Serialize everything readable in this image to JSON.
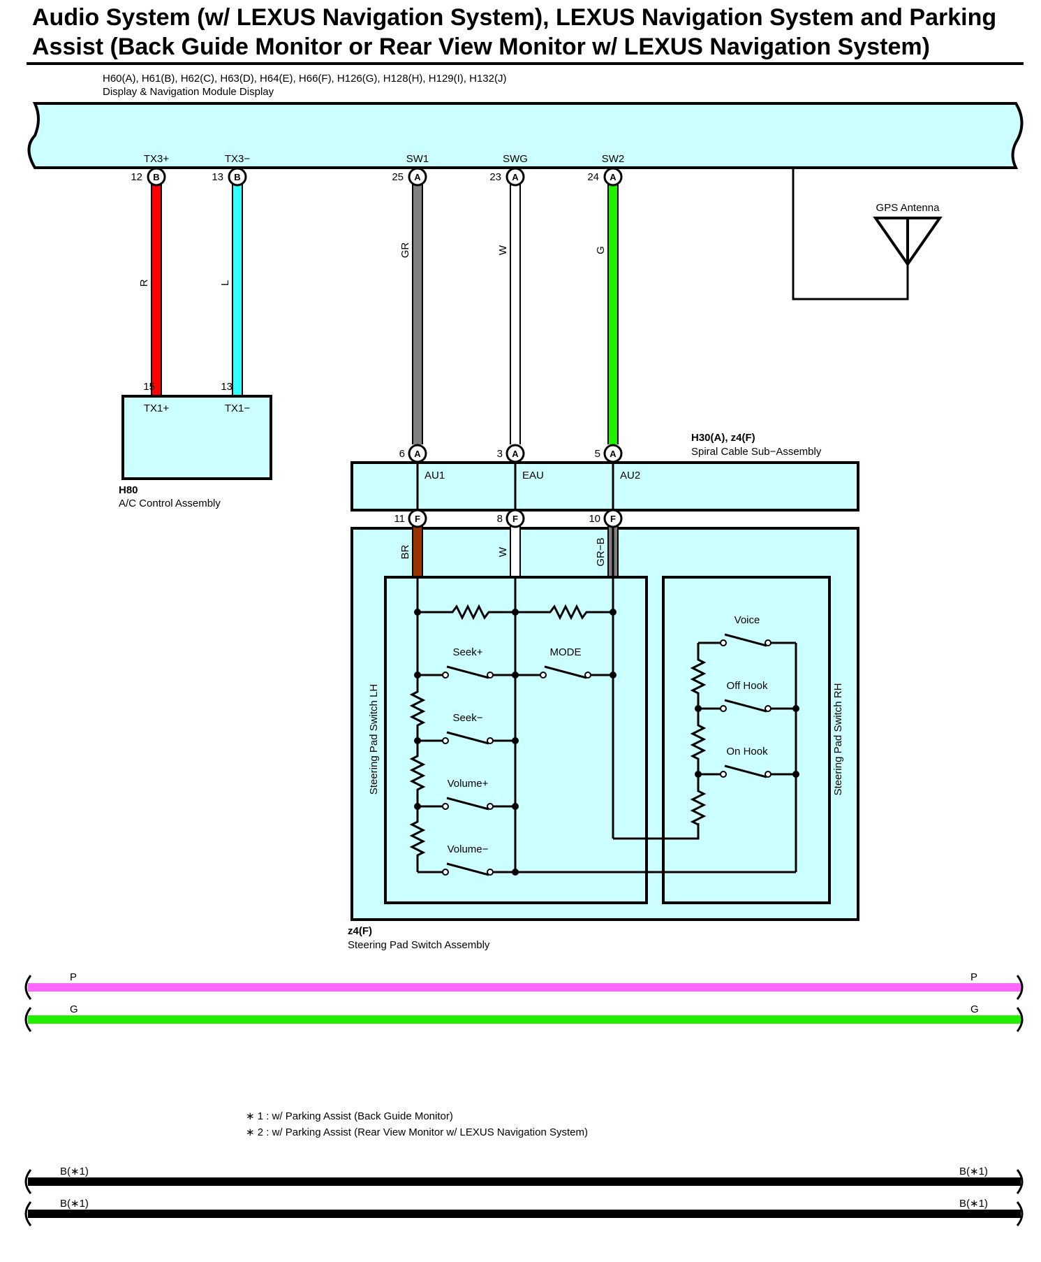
{
  "title": {
    "line1": "Audio System (w/ LEXUS Navigation System), LEXUS Navigation System and Parking",
    "line2": "Assist (Back Guide Monitor or Rear View Monitor w/ LEXUS Navigation System)"
  },
  "display_module": {
    "connectors": "H60(A), H61(B), H62(C), H63(D), H64(E), H66(F), H126(G), H128(H), H129(I), H132(J)",
    "name": "Display & Navigation Module Display",
    "terminals": [
      {
        "name": "TX3+",
        "pin": "12",
        "conn": "B"
      },
      {
        "name": "TX3−",
        "pin": "13",
        "conn": "B"
      },
      {
        "name": "SW1",
        "pin": "25",
        "conn": "A"
      },
      {
        "name": "SWG",
        "pin": "23",
        "conn": "A"
      },
      {
        "name": "SW2",
        "pin": "24",
        "conn": "A"
      }
    ]
  },
  "gps": {
    "label": "GPS Antenna"
  },
  "wires": {
    "tx3p": {
      "color_code": "R",
      "color": "#ff0000"
    },
    "tx3m": {
      "color_code": "L",
      "color": "#33ffff"
    },
    "sw1": {
      "color_code": "GR",
      "color": "#808080"
    },
    "swg": {
      "color_code": "W",
      "color": "#ffffff"
    },
    "sw2": {
      "color_code": "G",
      "color": "#22ee00"
    },
    "au1": {
      "color_code": "BR",
      "color": "#993300"
    },
    "eau": {
      "color_code": "W",
      "color": "#ffffff"
    },
    "au2": {
      "color_code": "GR−B",
      "color": "#808080"
    }
  },
  "ac_control": {
    "connector": "H80",
    "name": "A/C Control Assembly",
    "terminals": [
      {
        "name": "TX1+",
        "pin": "15"
      },
      {
        "name": "TX1−",
        "pin": "13"
      }
    ]
  },
  "spiral_cable": {
    "connectors": "H30(A), z4(F)",
    "name": "Spiral Cable Sub−Assembly",
    "top_terminals": [
      {
        "name": "AU1",
        "pin": "6",
        "conn": "A"
      },
      {
        "name": "EAU",
        "pin": "3",
        "conn": "A"
      },
      {
        "name": "AU2",
        "pin": "5",
        "conn": "A"
      }
    ],
    "bottom_terminals": [
      {
        "pin": "11",
        "conn": "F"
      },
      {
        "pin": "8",
        "conn": "F"
      },
      {
        "pin": "10",
        "conn": "F"
      }
    ]
  },
  "steering_pad": {
    "connector": "z4(F)",
    "name": "Steering Pad Switch Assembly",
    "lh_label": "Steering Pad Switch LH",
    "rh_label": "Steering Pad Switch RH",
    "lh_switches": {
      "seek_plus": "Seek+",
      "mode": "MODE",
      "seek_minus": "Seek−",
      "volume_plus": "Volume+",
      "volume_minus": "Volume−"
    },
    "rh_switches": {
      "voice": "Voice",
      "off_hook": "Off Hook",
      "on_hook": "On Hook"
    }
  },
  "bus_lines": {
    "p": {
      "label": "P",
      "color": "#ff66ff"
    },
    "g": {
      "label": "G",
      "color": "#22ee00"
    },
    "b1": {
      "label": "B(∗1)",
      "color": "#000000"
    },
    "b2": {
      "label": "B(∗1)",
      "color": "#000000"
    }
  },
  "notes": {
    "note1": "∗ 1 : w/ Parking Assist (Back Guide Monitor)",
    "note2": "∗ 2 : w/ Parking Assist (Rear View Monitor w/ LEXUS Navigation System)"
  }
}
